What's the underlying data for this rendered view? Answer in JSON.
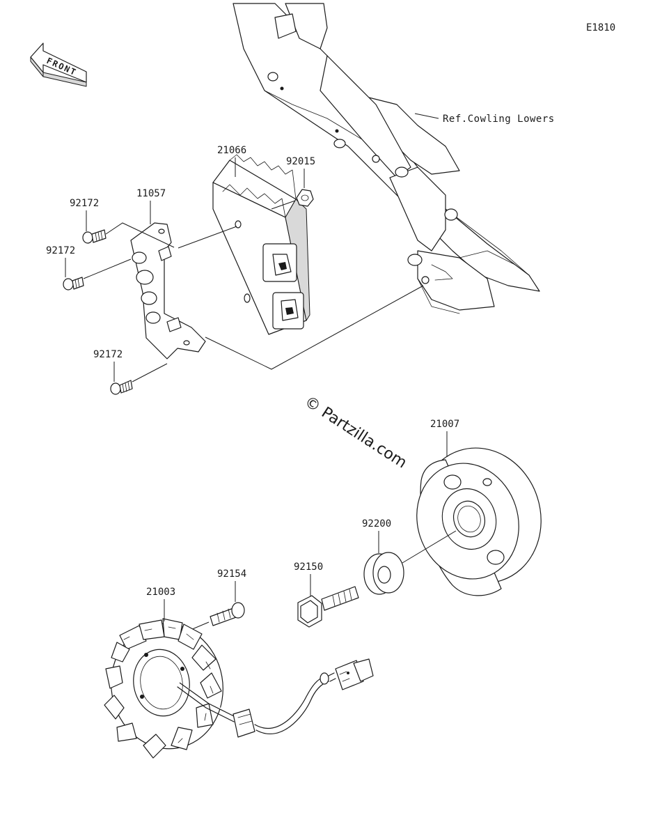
{
  "diagram_code": "E1810",
  "front_label": "FRONT",
  "reference_note": "Ref.Cowling Lowers",
  "watermark": "© Partzilla.com",
  "part_labels": [
    {
      "id": "p21066",
      "number": "21066"
    },
    {
      "id": "p92015",
      "number": "92015"
    },
    {
      "id": "p11057",
      "number": "11057"
    },
    {
      "id": "p92172a",
      "number": "92172"
    },
    {
      "id": "p92172b",
      "number": "92172"
    },
    {
      "id": "p92172c",
      "number": "92172"
    },
    {
      "id": "p21007",
      "number": "21007"
    },
    {
      "id": "p92200",
      "number": "92200"
    },
    {
      "id": "p92150",
      "number": "92150"
    },
    {
      "id": "p92154",
      "number": "92154"
    },
    {
      "id": "p21003",
      "number": "21003"
    }
  ]
}
